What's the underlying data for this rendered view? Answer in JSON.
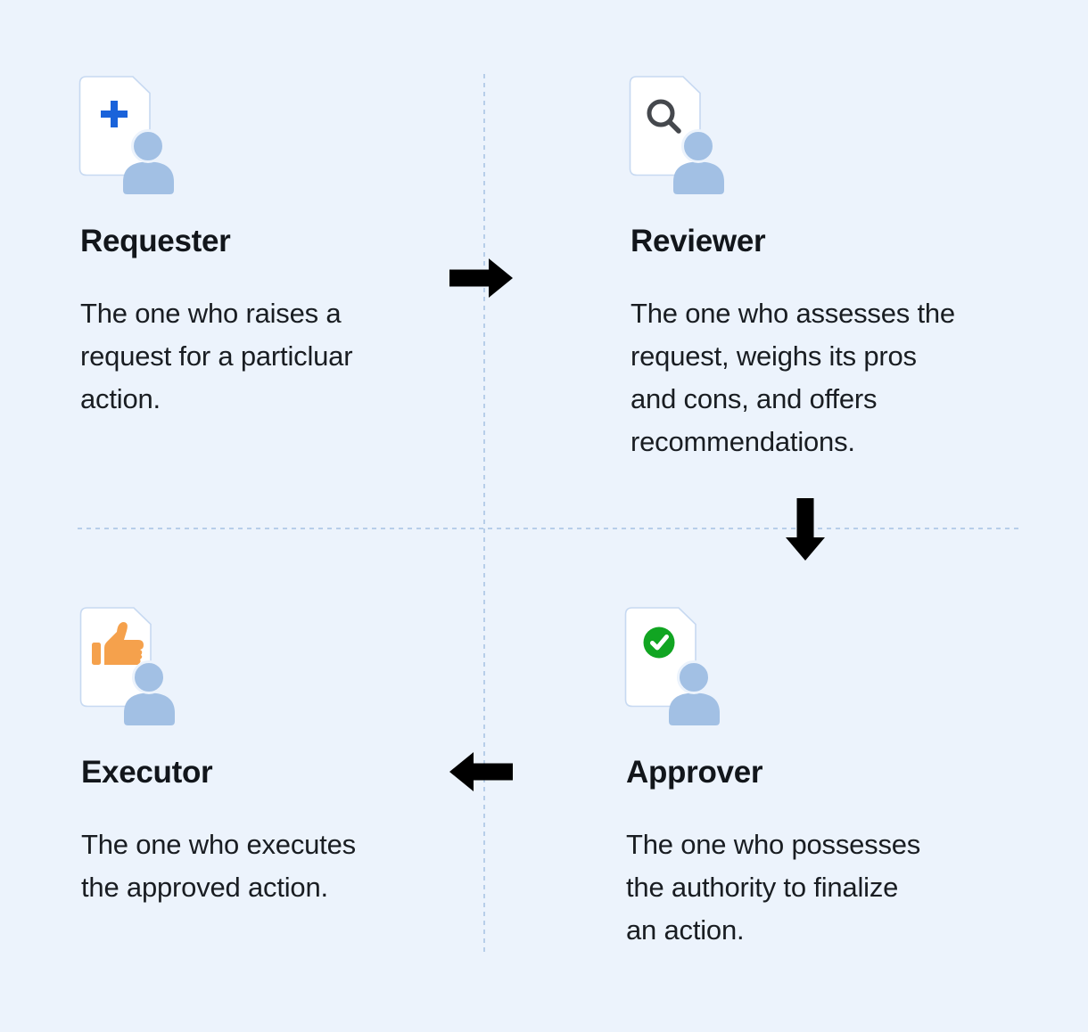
{
  "page": {
    "background": "#ecf3fc",
    "kind": "approval-workflow-roles-diagram"
  },
  "colors": {
    "heading_text": "#12161b",
    "body_text": "#191d22",
    "person_blue": "#a2c0e4",
    "doc_border": "#c7d9f1",
    "doc_fill": "#ffffff",
    "plus_blue": "#1a63da",
    "magnifier_gray": "#45484d",
    "thumb_orange": "#f5a14c",
    "check_green": "#11a522",
    "check_mark": "#ffffff",
    "arrow_black": "#000000",
    "divider_dashed_blue": "#b7cee9"
  },
  "roles": [
    {
      "id": "requester",
      "title": "Requester",
      "icon": "document-plus-user-icon",
      "description": "The one who raises a\nrequest for a particluar\naction."
    },
    {
      "id": "reviewer",
      "title": "Reviewer",
      "icon": "document-magnifier-user-icon",
      "description": "The one who assesses the\nrequest, weighs its pros\nand cons, and offers\nrecommendations."
    },
    {
      "id": "executor",
      "title": "Executor",
      "icon": "document-thumbsup-user-icon",
      "description": "The one who executes\nthe approved action."
    },
    {
      "id": "approver",
      "title": "Approver",
      "icon": "document-check-user-icon",
      "description": "The one who possesses\nthe authority to finalize\nan action."
    }
  ],
  "flow": {
    "arrows": [
      {
        "direction": "right",
        "from": "Requester",
        "to": "Reviewer"
      },
      {
        "direction": "down",
        "from": "Reviewer",
        "to": "Approver"
      },
      {
        "direction": "left",
        "from": "Approver",
        "to": "Executor"
      }
    ]
  }
}
